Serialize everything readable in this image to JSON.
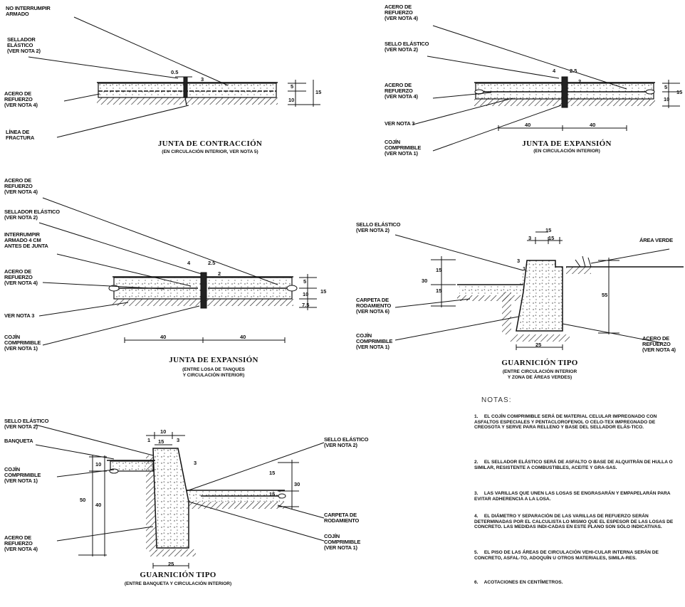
{
  "d1": {
    "labels": {
      "no_interrumpir": "NO INTERRUMPIR\nARMADO",
      "sellador": "SELLADOR\nELÁSTICO\n(VER NOTA 2)",
      "acero": "ACERO DE\nREFUERZO\n(VER NOTA 4)",
      "fractura": "LÍNEA DE\nFRACTURA"
    },
    "dims": {
      "a": "0.5",
      "b": "3",
      "c": "5",
      "d": "10",
      "e": "15"
    },
    "title": "JUNTA DE CONTRACCIÓN",
    "subtitle": "(EN CIRCULACIÓN INTERIOR, VER NOTA 5)"
  },
  "d2": {
    "labels": {
      "acero": "ACERO DE\nREFUERZO\n(VER NOTA 4)",
      "sello": "SELLO ELÁSTICO\n(VER NOTA 2)",
      "acero2": "ACERO DE\nREFUERZO\n(VER NOTA 4)",
      "vernota": "VER NOTA 3",
      "cojin": "COJÍN\nCOMPRIMIBLE\n(VER NOTA 1)"
    },
    "dims": {
      "a": "4",
      "b": "2.5",
      "c": "2",
      "d": "5",
      "e": "10",
      "f": "15",
      "g": "40",
      "h": "40"
    },
    "title": "JUNTA DE EXPANSIÓN",
    "subtitle": "(EN CIRCULACIÓN INTERIOR)"
  },
  "d3": {
    "labels": {
      "acero": "ACERO DE\nREFUERZO\n(VER NOTA 4)",
      "sellador": "SELLADOR ELÁSTICO\n(VER NOTA 2)",
      "interrumpir": "INTERRUMPIR\nARMADO 4 CM\nANTES DE JUNTA",
      "acero2": "ACERO DE\nREFUERZO\n(VER NOTA 4)",
      "vernota": "VER NOTA 3",
      "cojin": "COJÍN\nCOMPRIMIBLE\n(VER NOTA 1)"
    },
    "dims": {
      "a": "4",
      "b": "2.5",
      "c": "2",
      "d": "5",
      "e": "10",
      "f": "7.5",
      "g": "15",
      "h": "40",
      "i": "40"
    },
    "title": "JUNTA DE EXPANSIÓN",
    "subtitle": "(ENTRE LOSA DE TANQUES\nY CIRCULACIÓN INTERIOR)"
  },
  "d4": {
    "labels": {
      "sello": "SELLO ELÁSTICO\n(VER NOTA 2)",
      "area": "ÁREA VERDE",
      "carpeta": "CARPETA DE\nRODAMIENTO\n(VER NOTA 6)",
      "cojin": "COJÍN\nCOMPRIMIBLE\n(VER NOTA 1)",
      "acero": "ACERO DE\nREFUERZO\n(VER NOTA 4)"
    },
    "dims": {
      "a": "15",
      "b": "3",
      "c": "15",
      "d": "3",
      "e": "1",
      "f": "15",
      "g": "15",
      "h": "30",
      "i": "55",
      "j": "25"
    },
    "title": "GUARNICIÓN TIPO",
    "subtitle": "(ENTRE CIRCULACIÓN INTERIOR\nY ZONA DE ÁREAS VERDES)"
  },
  "d5": {
    "labels": {
      "sello": "SELLO ELÁSTICO\n(VER NOTA 2)",
      "banqueta": "BANQUETA",
      "cojin": "COJÍN\nCOMPRIMIBLE\n(VER NOTA 1)",
      "acero": "ACERO DE\nREFUERZO\n(VER NOTA 4)",
      "sello2": "SELLO ELÁSTICO\n(VER NOTA 2)",
      "carpeta": "CARPETA DE\nRODAMIENTO",
      "cojin2": "COJÍN\nCOMPRIMIBLE\n(VER NOTA 1)"
    },
    "dims": {
      "a": "10",
      "b": "1",
      "c": "15",
      "d": "3",
      "e": "3",
      "f": "10",
      "g": "50",
      "h": "40",
      "i": "15",
      "j": "15",
      "k": "30",
      "l": "25"
    },
    "title": "GUARNICIÓN TIPO",
    "subtitle": "(ENTRE BANQUETA Y CIRCULACIÓN INTERIOR)"
  },
  "notes": {
    "heading": "NOTAS:",
    "items": [
      {
        "num": "1.",
        "text": "EL COJÍN COMPRIMIBLE SERÁ DE MATERIAL CELULAR IMPREGNADO CON ASFALTOS ESPECIALES Y PENTACLOROFENOL O CELO-TEX IMPREGNADO DE CREOSOTA Y SERVE PARA RELLENO Y BASE DEL SELLADOR ELÁS-TICO."
      },
      {
        "num": "2.",
        "text": "EL SELLADOR ELÁSTICO SERÁ DE ASFALTO O BASE DE ALQUITRÁN DE HULLA O SIMILAR, RESISTENTE A COMBUSTIBLES, ACEITE Y GRA-SAS."
      },
      {
        "num": "3.",
        "text": "LAS VARILLAS QUE UNEN LAS LOSAS SE ENGRASARÁN Y EMPAPELARÁN PARA EVITAR ADHERENCIA A LA LOSA."
      },
      {
        "num": "4.",
        "text": "EL DIÁMETRO Y SEPARACIÓN DE LAS VARILLAS DE REFUERZO SERÁN DETERMINADAS POR EL CALCULISTA LO MISMO QUE EL ESPESOR DE LAS LOSAS DE CONCRETO. LAS MEDIDAS INDI-CADAS EN ESTE PLANO SON SÓLO INDICATIVAS."
      },
      {
        "num": "5.",
        "text": "EL PISO DE LAS ÁREAS DE CIRCULACIÓN VEHI-CULAR INTERNA SERÁN DE CONCRETO, ASFAL-TO, ADOQUÍN U OTROS MATERIALES, SIMILA-RES."
      },
      {
        "num": "6.",
        "text": "ACOTACIONES EN CENTÍMETROS."
      }
    ]
  }
}
